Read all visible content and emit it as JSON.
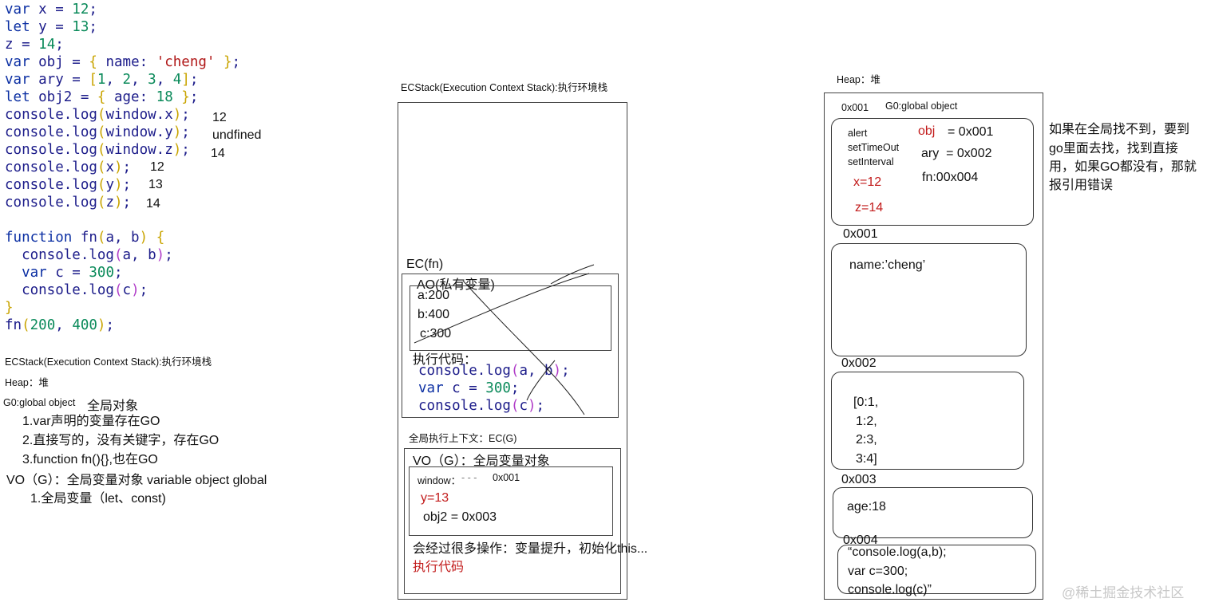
{
  "code_lines": [
    [
      {
        "t": "var",
        "c": "kw"
      },
      {
        "t": " x = ",
        "c": ""
      },
      {
        "t": "12",
        "c": "num"
      },
      {
        "t": ";",
        "c": ""
      }
    ],
    [
      {
        "t": "let",
        "c": "kw"
      },
      {
        "t": " y = ",
        "c": ""
      },
      {
        "t": "13",
        "c": "num"
      },
      {
        "t": ";",
        "c": ""
      }
    ],
    [
      {
        "t": "z = ",
        "c": ""
      },
      {
        "t": "14",
        "c": "num"
      },
      {
        "t": ";",
        "c": ""
      }
    ],
    [
      {
        "t": "var",
        "c": "kw"
      },
      {
        "t": " obj = ",
        "c": ""
      },
      {
        "t": "{",
        "c": "p1"
      },
      {
        "t": " name: ",
        "c": ""
      },
      {
        "t": "'cheng'",
        "c": "str"
      },
      {
        "t": " ",
        "c": ""
      },
      {
        "t": "}",
        "c": "p1"
      },
      {
        "t": ";",
        "c": ""
      }
    ],
    [
      {
        "t": "var",
        "c": "kw"
      },
      {
        "t": " ary = ",
        "c": ""
      },
      {
        "t": "[",
        "c": "p1"
      },
      {
        "t": "1",
        "c": "num"
      },
      {
        "t": ", ",
        "c": ""
      },
      {
        "t": "2",
        "c": "num"
      },
      {
        "t": ", ",
        "c": ""
      },
      {
        "t": "3",
        "c": "num"
      },
      {
        "t": ", ",
        "c": ""
      },
      {
        "t": "4",
        "c": "num"
      },
      {
        "t": "]",
        "c": "p1"
      },
      {
        "t": ";",
        "c": ""
      }
    ],
    [
      {
        "t": "let",
        "c": "kw"
      },
      {
        "t": " obj2 = ",
        "c": ""
      },
      {
        "t": "{",
        "c": "p1"
      },
      {
        "t": " age: ",
        "c": ""
      },
      {
        "t": "18",
        "c": "num"
      },
      {
        "t": " ",
        "c": ""
      },
      {
        "t": "}",
        "c": "p1"
      },
      {
        "t": ";",
        "c": ""
      }
    ],
    [
      {
        "t": "console.log",
        "c": ""
      },
      {
        "t": "(",
        "c": "p1"
      },
      {
        "t": "window.x",
        "c": ""
      },
      {
        "t": ")",
        "c": "p1"
      },
      {
        "t": ";",
        "c": ""
      }
    ],
    [
      {
        "t": "console.log",
        "c": ""
      },
      {
        "t": "(",
        "c": "p1"
      },
      {
        "t": "window.y",
        "c": ""
      },
      {
        "t": ")",
        "c": "p1"
      },
      {
        "t": ";",
        "c": ""
      }
    ],
    [
      {
        "t": "console.log",
        "c": ""
      },
      {
        "t": "(",
        "c": "p1"
      },
      {
        "t": "window.z",
        "c": ""
      },
      {
        "t": ")",
        "c": "p1"
      },
      {
        "t": ";",
        "c": ""
      }
    ],
    [
      {
        "t": "console.log",
        "c": ""
      },
      {
        "t": "(",
        "c": "p1"
      },
      {
        "t": "x",
        "c": ""
      },
      {
        "t": ")",
        "c": "p1"
      },
      {
        "t": ";",
        "c": ""
      }
    ],
    [
      {
        "t": "console.log",
        "c": ""
      },
      {
        "t": "(",
        "c": "p1"
      },
      {
        "t": "y",
        "c": ""
      },
      {
        "t": ")",
        "c": "p1"
      },
      {
        "t": ";",
        "c": ""
      }
    ],
    [
      {
        "t": "console.log",
        "c": ""
      },
      {
        "t": "(",
        "c": "p1"
      },
      {
        "t": "z",
        "c": ""
      },
      {
        "t": ")",
        "c": "p1"
      },
      {
        "t": ";",
        "c": ""
      }
    ],
    [
      {
        "t": "",
        "c": ""
      }
    ],
    [
      {
        "t": "function",
        "c": "kw"
      },
      {
        "t": " fn",
        "c": ""
      },
      {
        "t": "(",
        "c": "p1"
      },
      {
        "t": "a, b",
        "c": ""
      },
      {
        "t": ")",
        "c": "p1"
      },
      {
        "t": " ",
        "c": ""
      },
      {
        "t": "{",
        "c": "p1"
      }
    ],
    [
      {
        "t": "  console.log",
        "c": ""
      },
      {
        "t": "(",
        "c": "p2"
      },
      {
        "t": "a, b",
        "c": ""
      },
      {
        "t": ")",
        "c": "p2"
      },
      {
        "t": ";",
        "c": ""
      }
    ],
    [
      {
        "t": "  ",
        "c": ""
      },
      {
        "t": "var",
        "c": "kw"
      },
      {
        "t": " c = ",
        "c": ""
      },
      {
        "t": "300",
        "c": "num"
      },
      {
        "t": ";",
        "c": ""
      }
    ],
    [
      {
        "t": "  console.log",
        "c": ""
      },
      {
        "t": "(",
        "c": "p2"
      },
      {
        "t": "c",
        "c": ""
      },
      {
        "t": ")",
        "c": "p2"
      },
      {
        "t": ";",
        "c": ""
      }
    ],
    [
      {
        "t": "}",
        "c": "p1"
      }
    ],
    [
      {
        "t": "fn",
        "c": ""
      },
      {
        "t": "(",
        "c": "p1"
      },
      {
        "t": "200",
        "c": "num"
      },
      {
        "t": ", ",
        "c": ""
      },
      {
        "t": "400",
        "c": "num"
      },
      {
        "t": ")",
        "c": "p1"
      },
      {
        "t": ";",
        "c": ""
      }
    ]
  ],
  "results": {
    "r1": "12",
    "r2": "undfined",
    "r3": "14",
    "r4": "12",
    "r5": "13",
    "r6": "14"
  },
  "notes": {
    "ecstack_label": "ECStack(Execution Context Stack):执行环境栈",
    "heap_label": "Heap：堆",
    "go_label": "G0:global object",
    "go_desc": "全局对象",
    "rule1": "1.var声明的变量存在GO",
    "rule2": "2.直接写的，没有关键字，存在GO",
    "rule3": "3.function fn(){},也在GO",
    "vo_label": "VO（G）：全局变量对象 variable object global",
    "vo_rule1": "1.全局变量（let、const)"
  },
  "stack": {
    "title": "ECStack(Execution Context Stack):执行环境栈",
    "ec_fn": {
      "label": "EC(fn)",
      "ao_label": "AO(私有变量)",
      "ao_values": [
        "a:200",
        "b:400",
        "c:300"
      ],
      "exec_label": "执行代码：",
      "code_lines": [
        [
          {
            "t": "console.log",
            "c": ""
          },
          {
            "t": "(",
            "c": "p2"
          },
          {
            "t": "a, b",
            "c": ""
          },
          {
            "t": ")",
            "c": "p2"
          },
          {
            "t": ";",
            "c": ""
          }
        ],
        [
          {
            "t": "var",
            "c": "kw"
          },
          {
            "t": " c = ",
            "c": ""
          },
          {
            "t": "300",
            "c": "num"
          },
          {
            "t": ";",
            "c": ""
          }
        ],
        [
          {
            "t": "console.log",
            "c": ""
          },
          {
            "t": "(",
            "c": "p2"
          },
          {
            "t": "c",
            "c": ""
          },
          {
            "t": ")",
            "c": "p2"
          },
          {
            "t": ";",
            "c": ""
          }
        ]
      ]
    },
    "ec_g": {
      "label": "全局执行上下文：EC(G)",
      "vo_label": "VO（G）：全局变量对象",
      "window_label": "window：",
      "window_dash": "- - -",
      "window_addr": "0x001",
      "y_value": "y=13",
      "obj2_value": "obj2 = 0x003",
      "process_note": "会经过很多操作：变量提升，初始化this...",
      "exec_note": "执行代码"
    }
  },
  "heap": {
    "title": "Heap：堆",
    "go_addr": "0x001",
    "go_title": "G0:global object",
    "go_builtins": [
      "alert",
      "setTimeOut",
      "setInterval"
    ],
    "go_x": "x=12",
    "go_z": "z=14",
    "go_obj_key": "obj",
    "go_obj_val": "= 0x001",
    "go_ary": "ary  = 0x002",
    "go_fn": "fn:00x004",
    "blocks": [
      {
        "addr": "0x001",
        "lines": [
          "name:’cheng’"
        ]
      },
      {
        "addr": "0x002",
        "lines": [
          "[0:1,",
          "1:2,",
          "2:3,",
          "3:4]"
        ]
      },
      {
        "addr": "0x003",
        "lines": [
          "age:18"
        ]
      },
      {
        "addr": "0x004",
        "lines": [
          "“console.log(a,b);",
          "var c=300;",
          "console.log(c)”"
        ]
      }
    ]
  },
  "side_note": [
    "如果在全局找不到，要到",
    "go里面去找，找到直接",
    "用，如果GO都没有，那就",
    "报引用错误"
  ],
  "watermark": "@稀土掘金技术社区"
}
